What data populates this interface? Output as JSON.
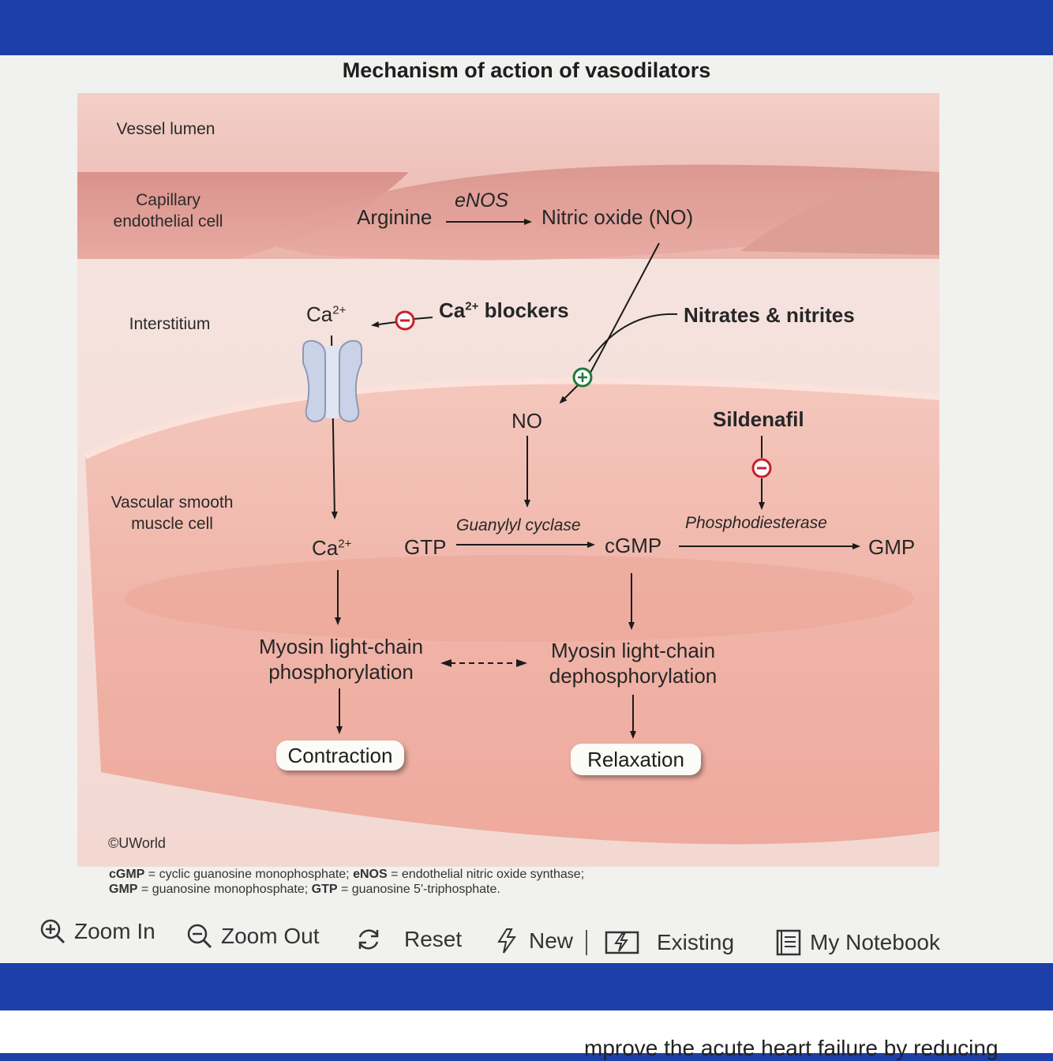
{
  "figure": {
    "title": "Mechanism of action of vasodilators",
    "regions": {
      "vessel_lumen": "Vessel lumen",
      "capillary_line1": "Capillary",
      "capillary_line2": "endothelial cell",
      "interstitium": "Interstitium",
      "vsmc_line1": "Vascular smooth",
      "vsmc_line2": "muscle cell"
    },
    "labels": {
      "arginine": "Arginine",
      "enos": "eNOS",
      "nitric_oxide": "Nitric oxide (NO)",
      "ca_ion": "Ca",
      "ca_charge": "2+",
      "ca_blockers_prefix": "Ca",
      "ca_blockers_suffix": " blockers",
      "nitrates": "Nitrates & nitrites",
      "no": "NO",
      "sildenafil": "Sildenafil",
      "guanylyl_cyclase": "Guanylyl cyclase",
      "phosphodiesterase": "Phosphodiesterase",
      "gtp": "GTP",
      "cgmp": "cGMP",
      "gmp": "GMP",
      "mlc_phos_line1": "Myosin light-chain",
      "mlc_phos_line2": "phosphorylation",
      "mlc_dephos_line1": "Myosin light-chain",
      "mlc_dephos_line2": "dephosphorylation",
      "contraction": "Contraction",
      "relaxation": "Relaxation"
    },
    "copyright": "©UWorld",
    "legend": {
      "line1_a": "cGMP",
      "line1_b": " = cyclic guanosine monophosphate; ",
      "line1_c": "eNOS",
      "line1_d": " = endothelial nitric oxide synthase;",
      "line2_a": "GMP",
      "line2_b": " = guanosine monophosphate; ",
      "line2_c": "GTP",
      "line2_d": " = guanosine 5'-triphosphate."
    }
  },
  "toolbar": {
    "zoom_in": "Zoom In",
    "zoom_out": "Zoom Out",
    "reset": "Reset",
    "new": "New",
    "existing": "Existing",
    "my_notebook": "My Notebook"
  },
  "page_text": "mprove the acute heart failure by reducing",
  "colors": {
    "inhibit": "#c8202a",
    "stimulate": "#1e7a3a",
    "header_bar": "#1c3fa8"
  }
}
